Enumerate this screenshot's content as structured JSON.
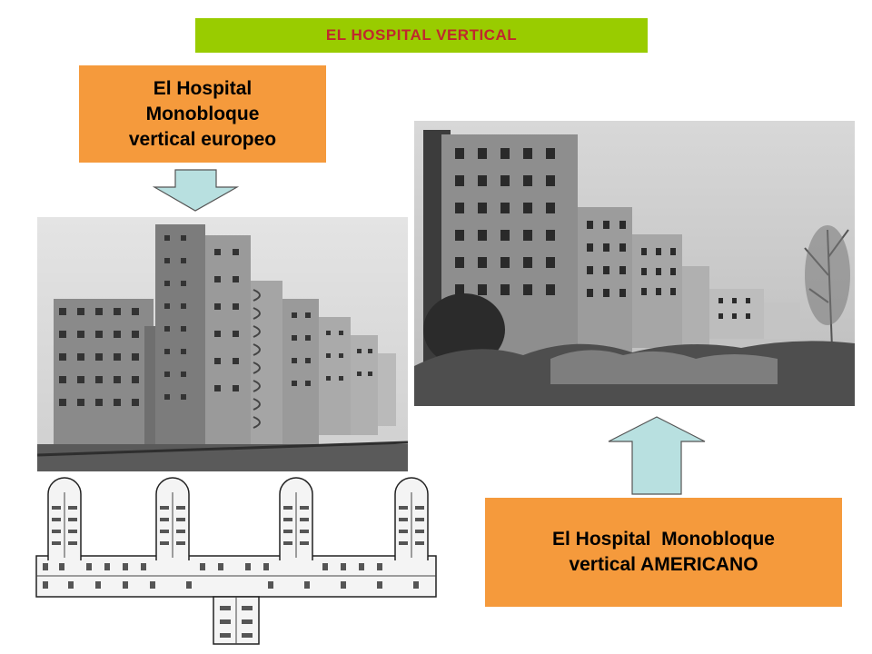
{
  "slide": {
    "banner_title": "EL HOSPITAL VERTICAL",
    "europe_label_line1": "El Hospital",
    "europe_label_line2": "Monobloque",
    "europe_label_line3": "vertical europeo",
    "america_label_line1": "El Hospital  Monobloque",
    "america_label_line2": "vertical AMERICANO"
  },
  "colors": {
    "banner_bg": "#99cc00",
    "banner_text": "#c0282d",
    "label_bg": "#f59a3c",
    "arrow_fill": "#b8e0e0"
  },
  "icons": {
    "down_arrow": "arrow-down-icon",
    "up_arrow": "arrow-up-icon"
  }
}
